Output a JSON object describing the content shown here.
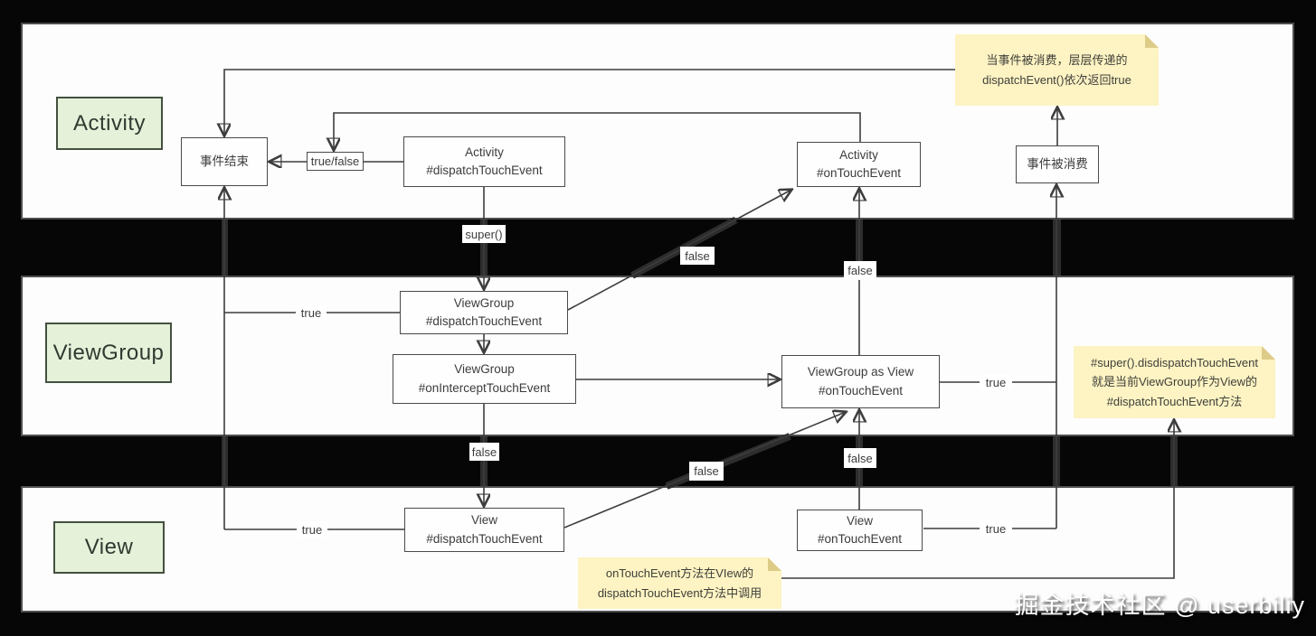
{
  "colors": {
    "background": "#060606",
    "lane_bg": "#fdfdfd",
    "lane_border": "#4e4e4e",
    "box_border": "#4a4a4a",
    "box_text": "#3c3c3c",
    "line": "#3d3d3d",
    "green_fill": "#e6f1da",
    "note_fill": "#fdf3c3",
    "note_fold": "#ddcc88"
  },
  "lanes": {
    "activity": {
      "label": "Activity"
    },
    "viewgroup": {
      "label": "ViewGroup"
    },
    "view": {
      "label": "View"
    }
  },
  "nodes": {
    "event_end": {
      "label": "事件结束"
    },
    "true_false": {
      "label": "true/false"
    },
    "activity_dispatch": {
      "line1": "Activity",
      "line2": "#dispatchTouchEvent"
    },
    "activity_ontouch": {
      "line1": "Activity",
      "line2": "#onTouchEvent"
    },
    "event_consumed": {
      "label": "事件被消费"
    },
    "viewgroup_dispatch": {
      "line1": "ViewGroup",
      "line2": "#dispatchTouchEvent"
    },
    "viewgroup_onintercept": {
      "line1": "ViewGroup",
      "line2": "#onInterceptTouchEvent"
    },
    "viewgroup_asview_ontouch": {
      "line1": "ViewGroup as View",
      "line2": "#onTouchEvent"
    },
    "view_dispatch": {
      "line1": "View",
      "line2": "#dispatchTouchEvent"
    },
    "view_ontouch": {
      "line1": "View",
      "line2": "#onTouchEvent"
    }
  },
  "edge_labels": {
    "super_call": "super()",
    "true_vg_end": "true",
    "true_view_end": "true",
    "true_asview_consumed": "true",
    "true_view_consumed": "true",
    "false_vg_diag": "false",
    "false_vg_vert": "false",
    "false_intercept_drop": "false",
    "false_view_diag": "false",
    "false_view_vert": "false"
  },
  "notes": {
    "consumed": {
      "line1": "当事件被消费，层层传递的",
      "line2": "dispatchEvent()依次返回true"
    },
    "super_explain": {
      "line1": "#super().disdispatchTouchEvent",
      "line2": "就是当前ViewGroup作为View的",
      "line3": "#dispatchTouchEvent方法"
    },
    "ontouch_called": {
      "line1": "onTouchEvent方法在VIew的",
      "line2": "dispatchTouchEvent方法中调用"
    }
  },
  "watermark": "掘金技术社区 @ userbiliy"
}
